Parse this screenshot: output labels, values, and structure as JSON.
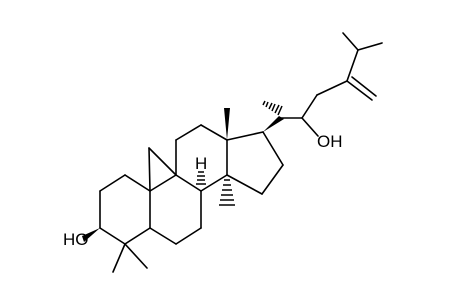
{
  "molecule": {
    "labels": {
      "oh_ring": "HO",
      "oh_chain": "OH",
      "h_stereo": "H"
    }
  }
}
